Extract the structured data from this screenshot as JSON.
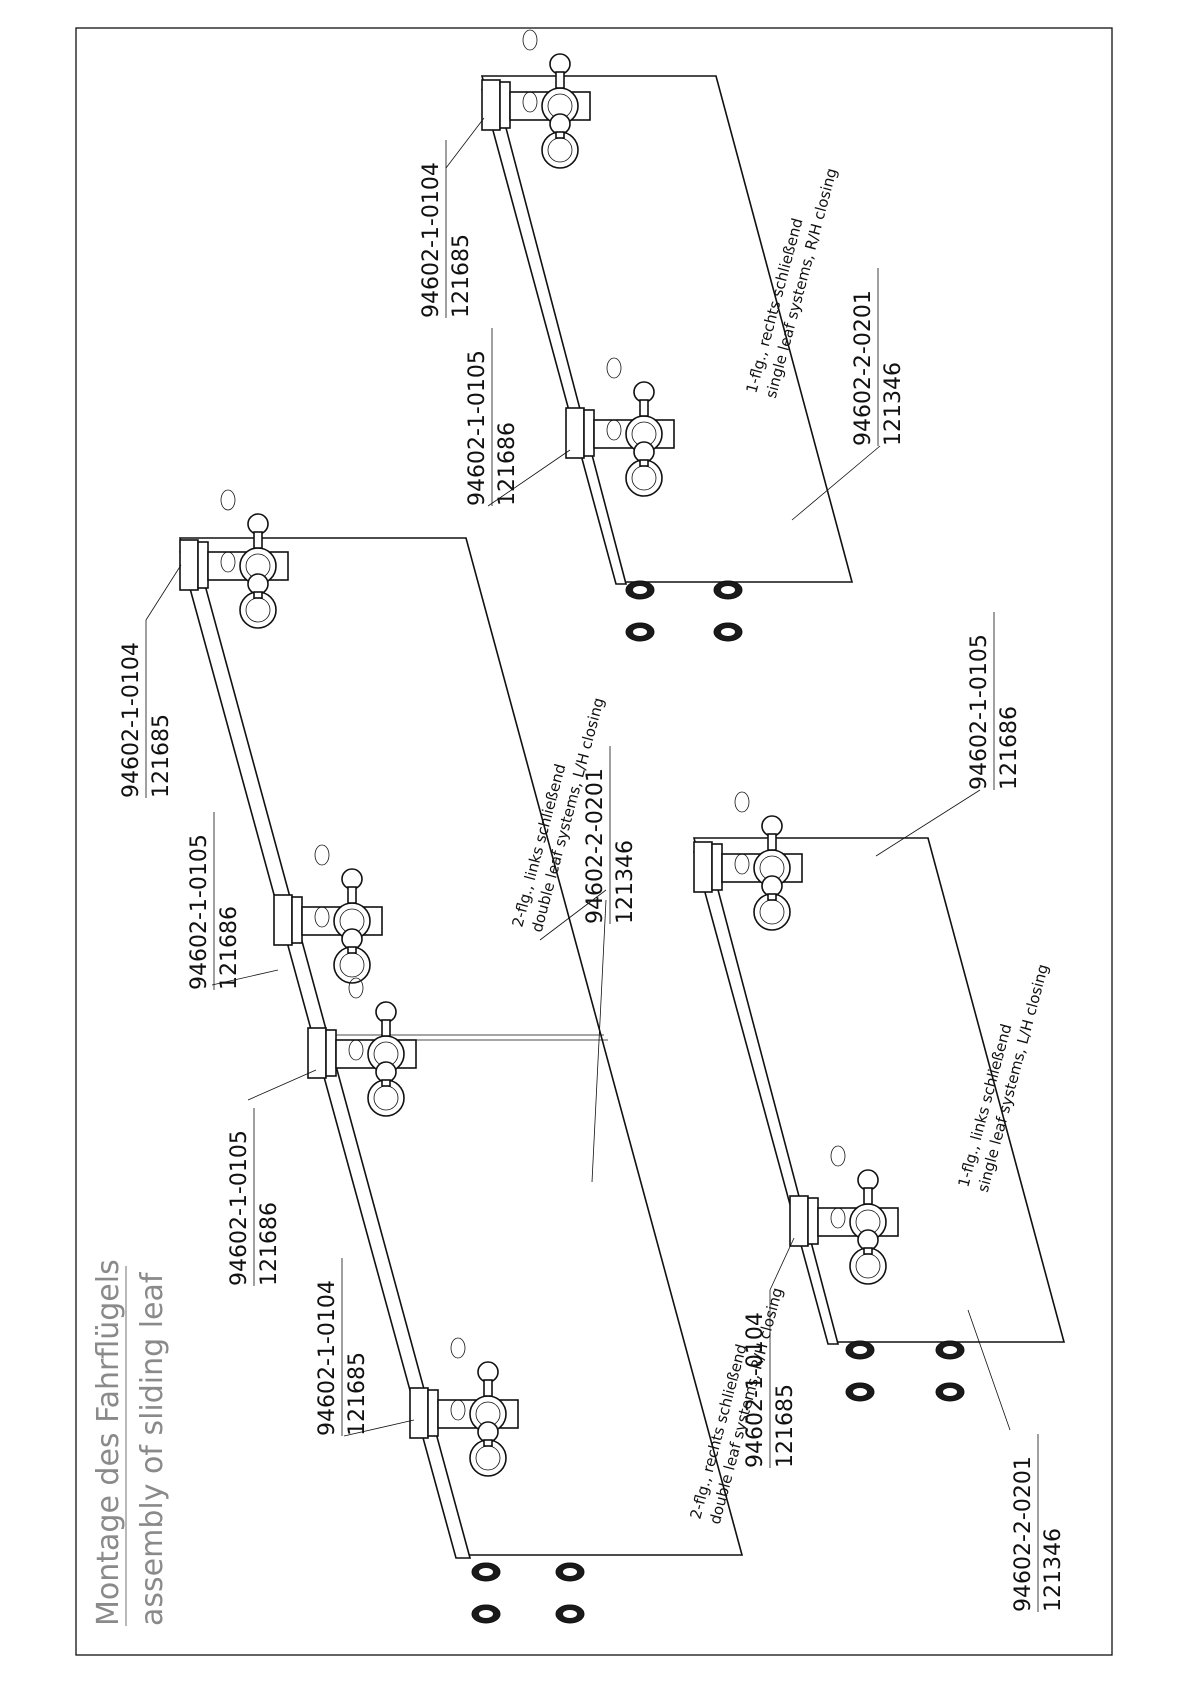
{
  "title": {
    "de": "Montage des Fahrflügels",
    "en": "assembly of sliding leaf"
  },
  "parts": {
    "hanger_end": {
      "code": "94602-1-0104",
      "number": "121685"
    },
    "hanger_mid": {
      "code": "94602-1-0105",
      "number": "121686"
    },
    "leaf": {
      "code": "94602-2-0201",
      "number": "121346"
    }
  },
  "notes": {
    "double_rh": {
      "line1": "2-flg., rechts schließend",
      "line2": "double leaf systems, R/H closing"
    },
    "double_lh": {
      "line1": "2-flg., links schließend",
      "line2": "double leaf systems, L/H closing"
    },
    "single_rh": {
      "line1": "1-flg., rechts schließend",
      "line2": "single leaf systems, R/H closing"
    },
    "single_lh": {
      "line1": "1-flg., links schließend",
      "line2": "single leaf systems, L/H closing"
    }
  }
}
